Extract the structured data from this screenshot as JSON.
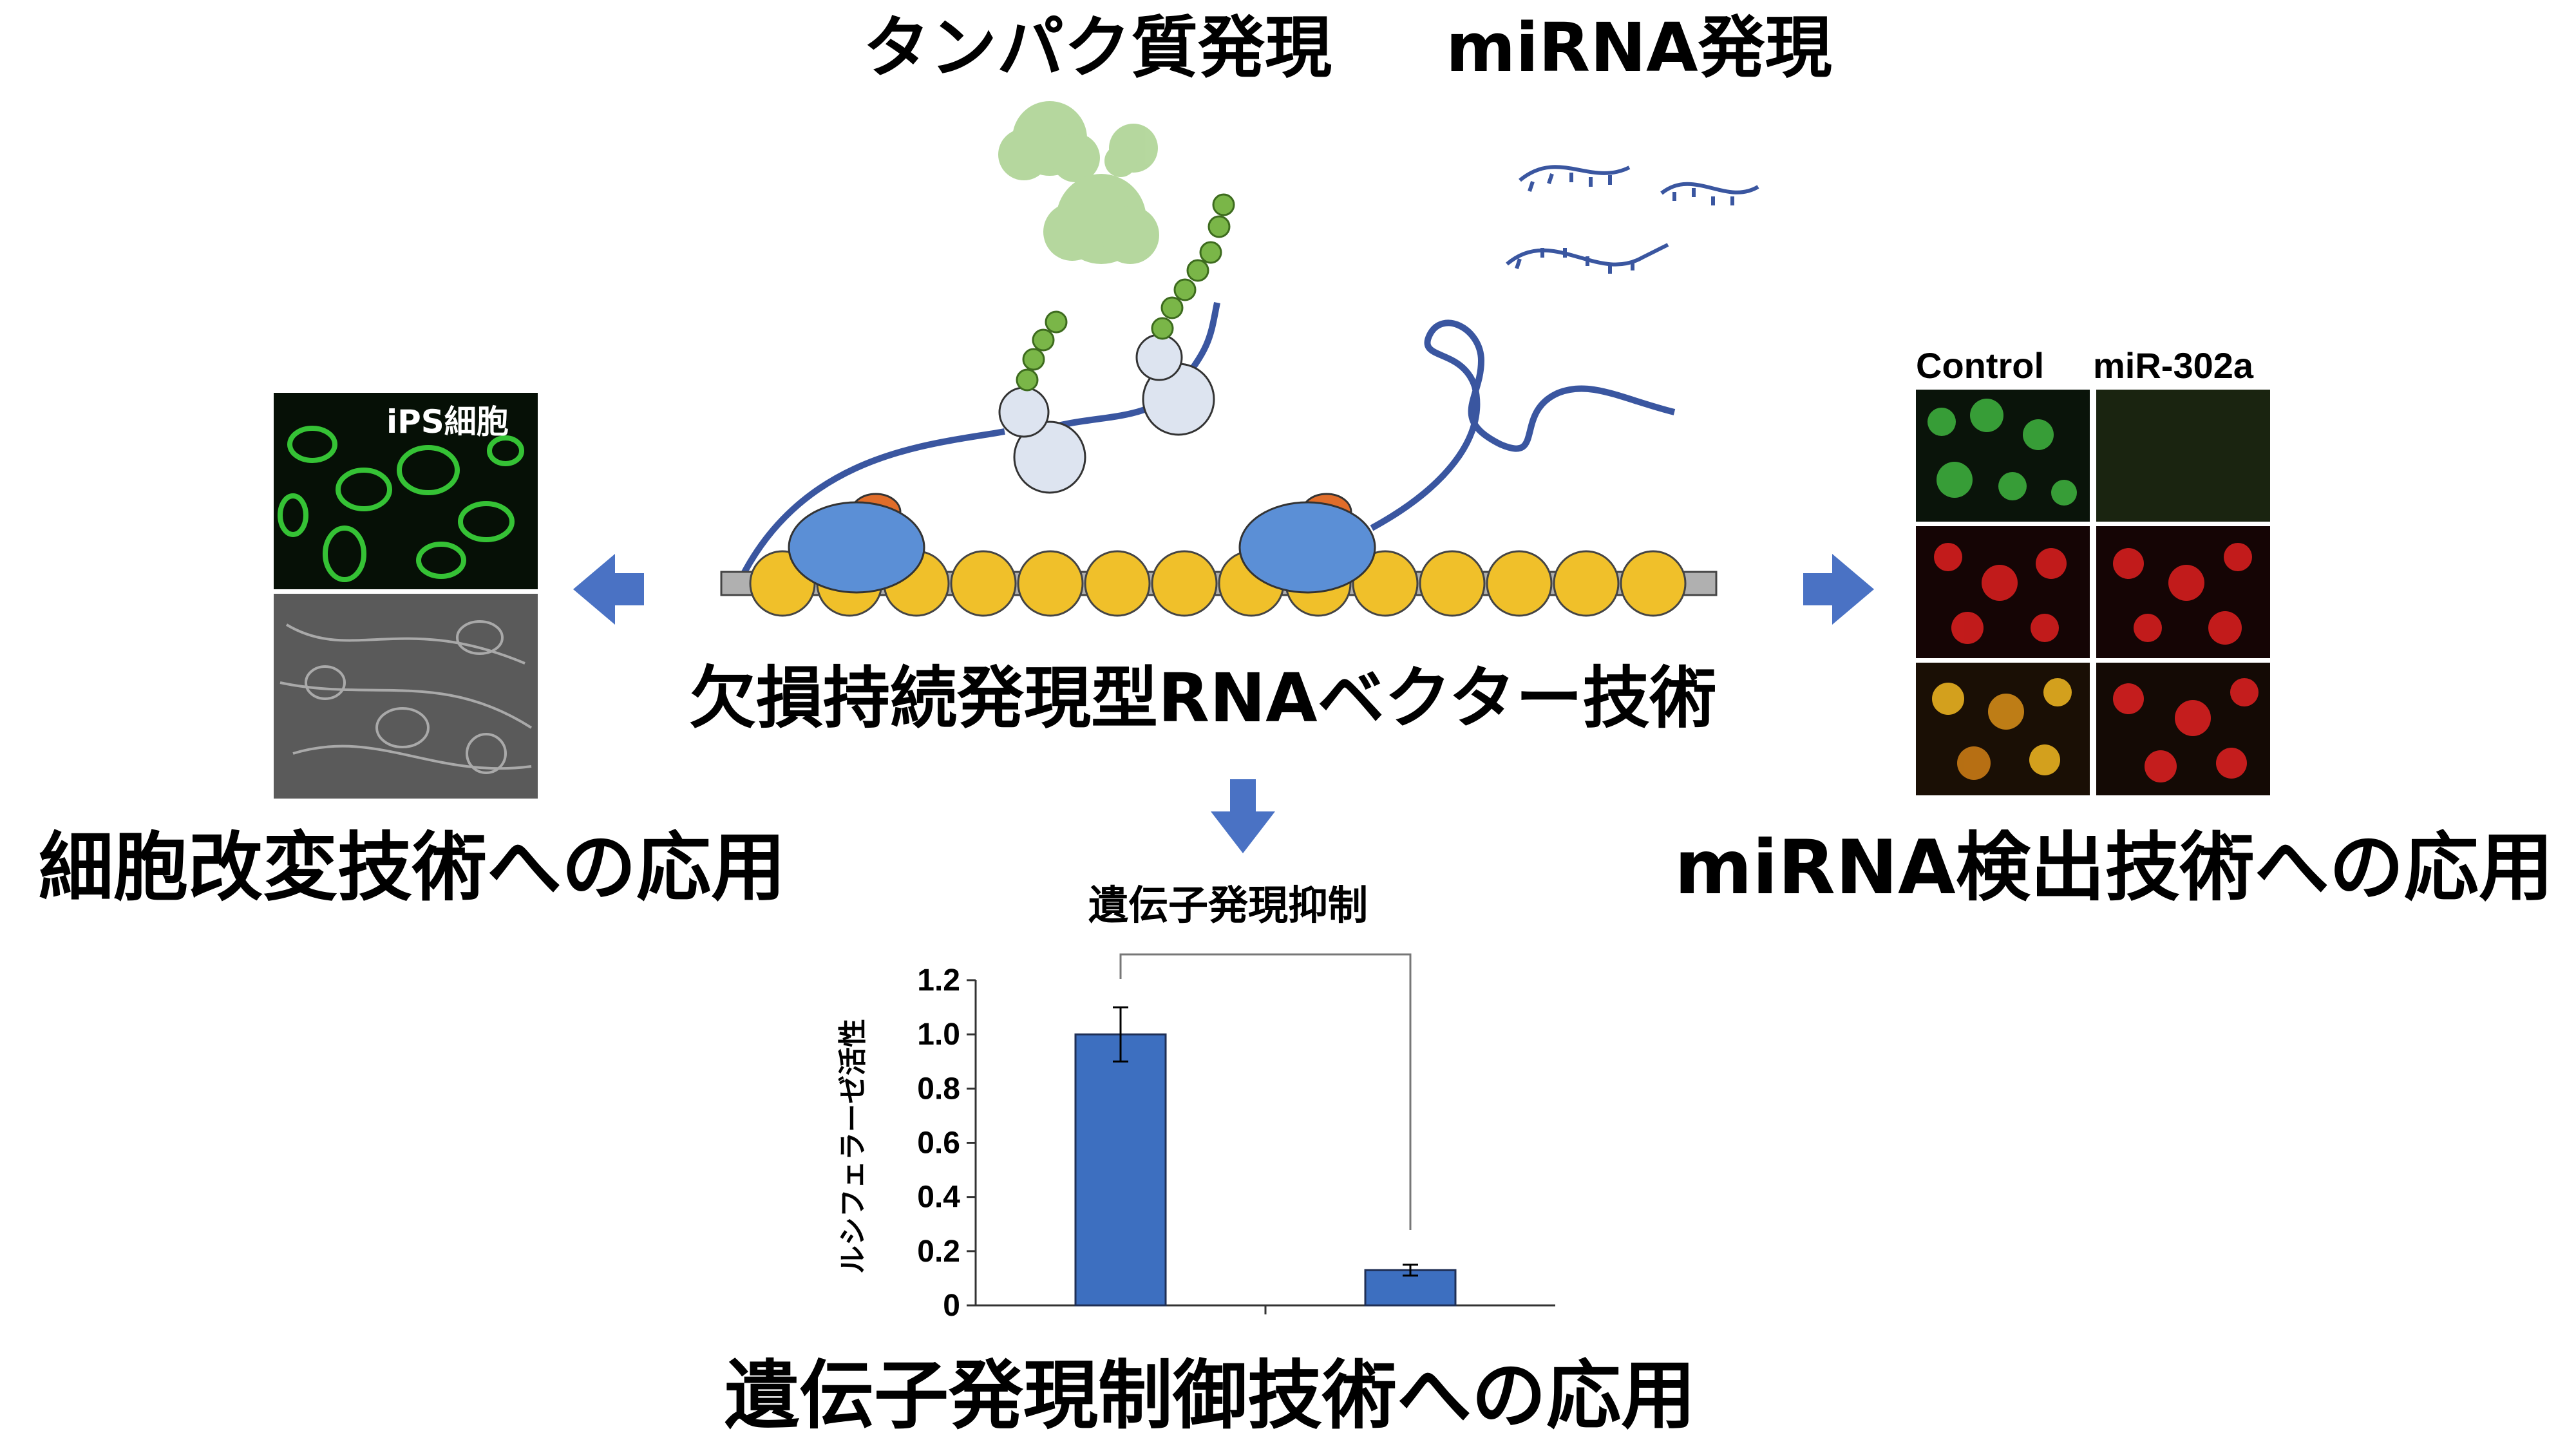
{
  "labels": {
    "protein_expression": "タンパク質発現",
    "mirna_expression": "miRNA発現",
    "vector_technology": "欠損持続発現型RNAベクター技術",
    "cell_modification": "細胞改変技術への応用",
    "mirna_detection": "miRNA検出技術への応用",
    "gene_control": "遺伝子発現制御技術への応用",
    "gene_suppression": "遺伝子発現抑制",
    "ips_cells": "iPS細胞",
    "control": "Control",
    "mir302a": "miR-302a"
  },
  "colors": {
    "arrow": "#4a72c4",
    "bead": "#f0c02a",
    "ribosome": "#5b8fd6",
    "cap": "#e06d2a",
    "rna_line": "#3a56a0",
    "peptide": "#7ab648",
    "protein_cloud": "#a9d18e",
    "bar": "#3d6fc0"
  },
  "chart_data": {
    "type": "bar",
    "categories": [
      "",
      ""
    ],
    "values": [
      1.0,
      0.13
    ],
    "errors": [
      0.1,
      0.02
    ],
    "ylabel": "ルシフェラーゼ活性",
    "ylim": [
      0,
      1.2
    ],
    "yticks": [
      "0",
      "0.2",
      "0.4",
      "0.6",
      "0.8",
      "1.0",
      "1.2"
    ],
    "annotation": "遺伝子発現抑制"
  }
}
